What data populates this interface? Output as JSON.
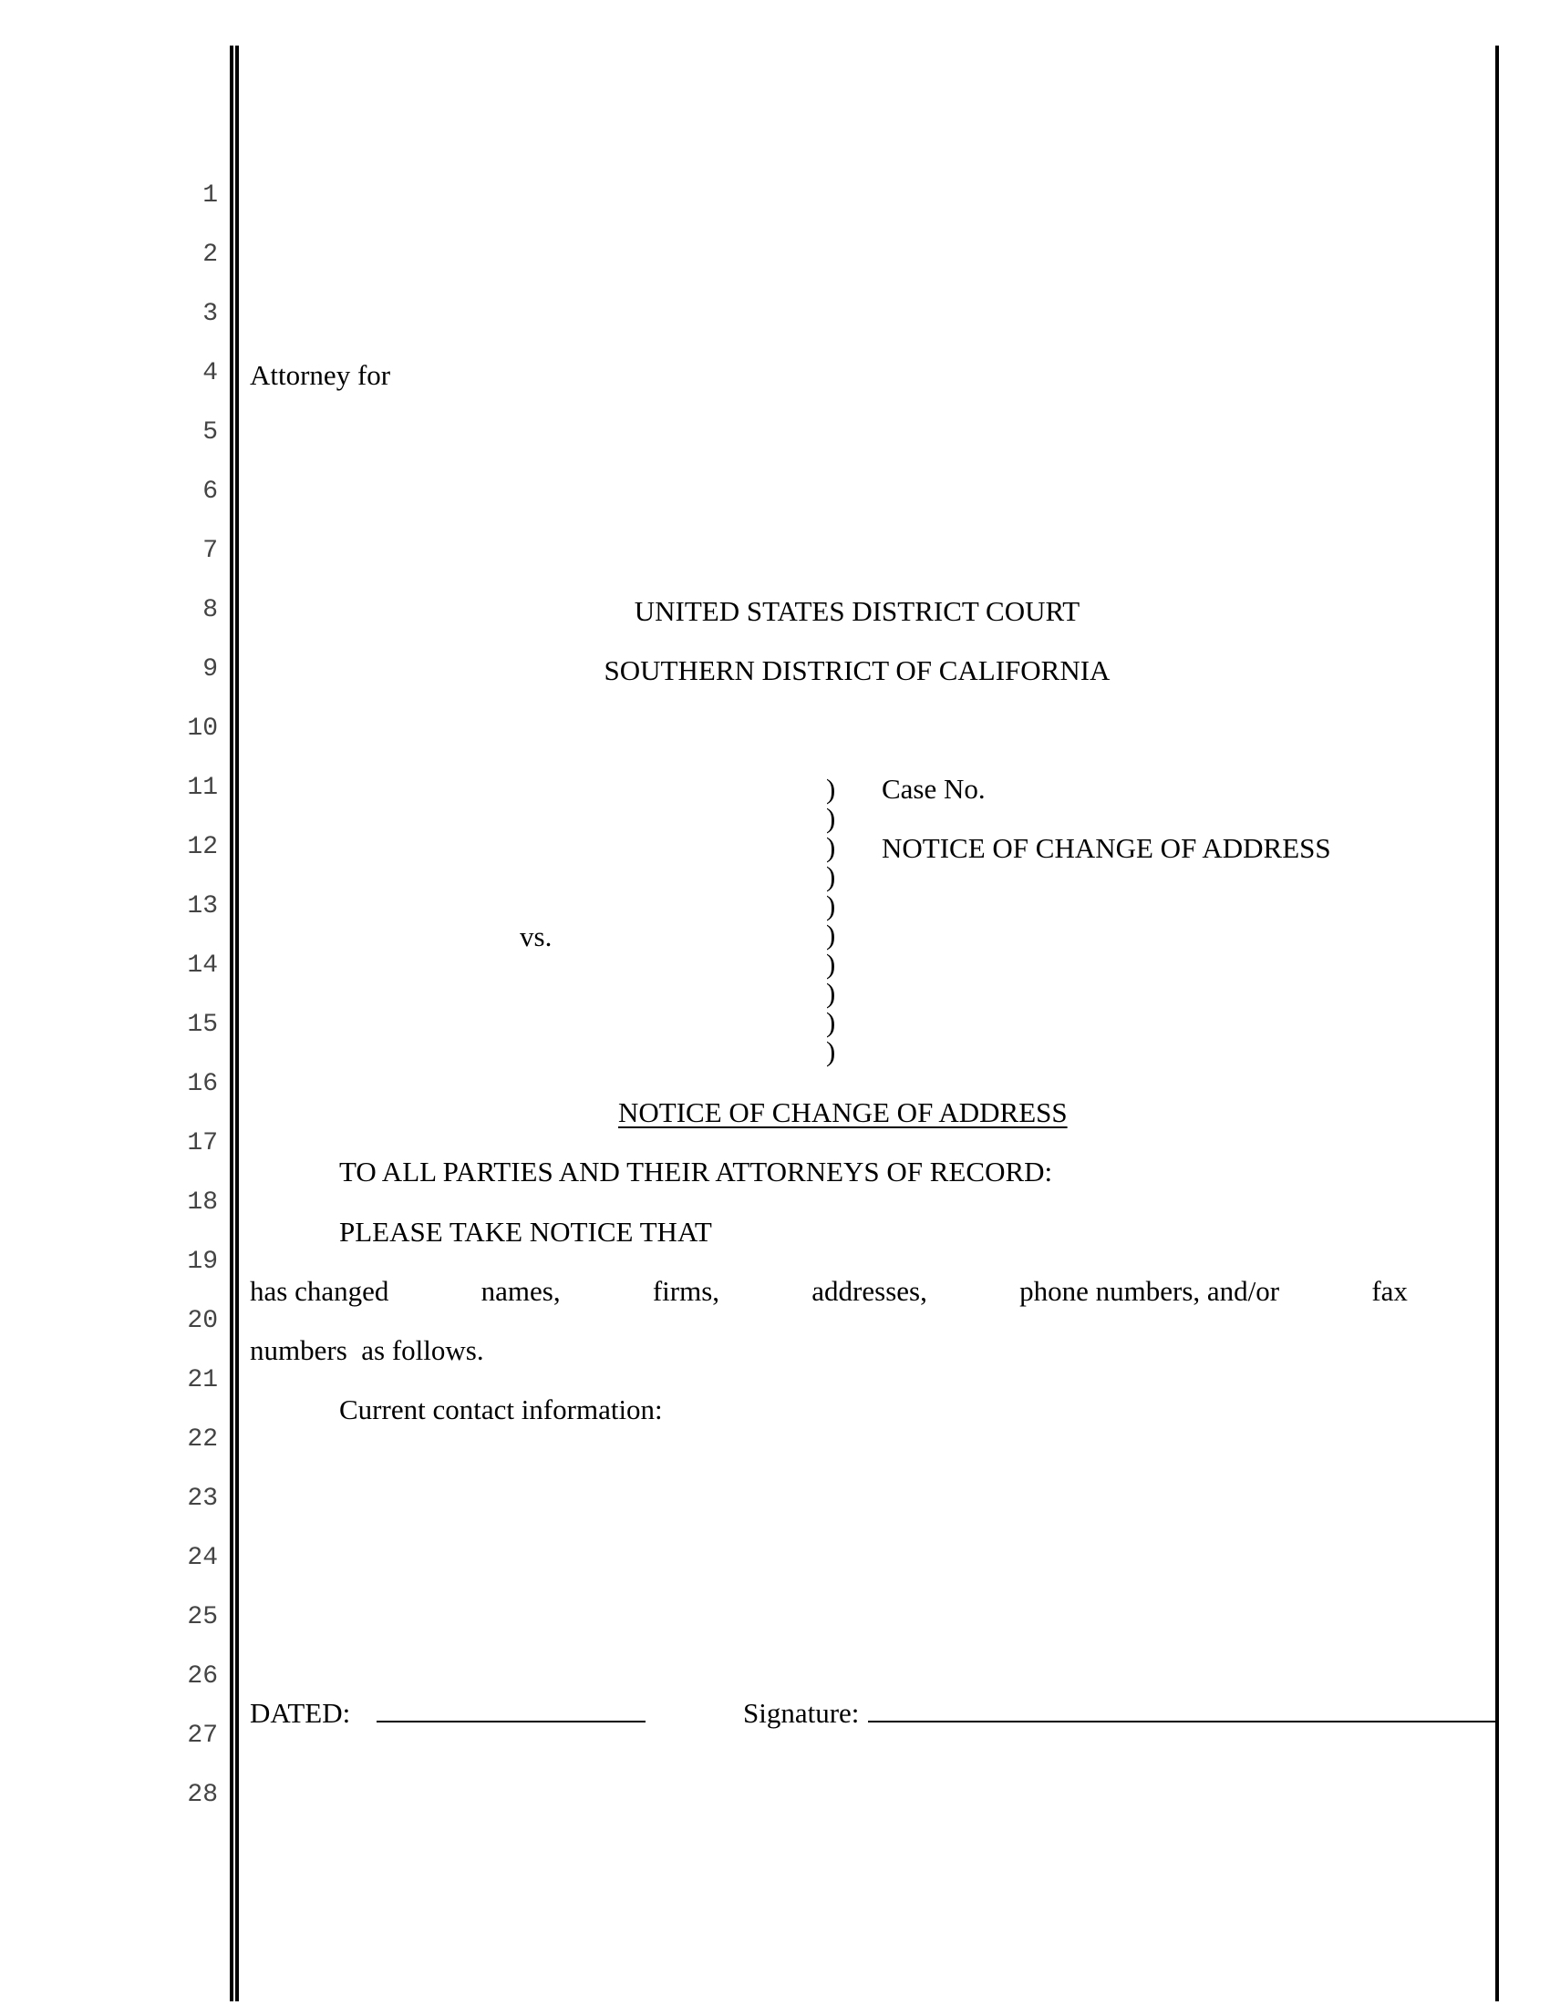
{
  "line_numbers": [
    "1",
    "2",
    "3",
    "4",
    "5",
    "6",
    "7",
    "8",
    "9",
    "10",
    "11",
    "12",
    "13",
    "14",
    "15",
    "16",
    "17",
    "18",
    "19",
    "20",
    "21",
    "22",
    "23",
    "24",
    "25",
    "26",
    "27",
    "28"
  ],
  "header": {
    "attorney_for": "Attorney for"
  },
  "court": {
    "line1": "UNITED STATES DISTRICT COURT",
    "line2": "SOUTHERN DISTRICT OF CALIFORNIA"
  },
  "caption": {
    "versus": "vs.",
    "paren": ")",
    "case_no_label": "Case No.",
    "document_title": "NOTICE OF CHANGE OF ADDRESS"
  },
  "body": {
    "heading": "NOTICE OF CHANGE OF ADDRESS",
    "salutation": "TO ALL PARTIES AND THEIR ATTORNEYS OF RECORD:",
    "notice_intro": "PLEASE TAKE NOTICE THAT",
    "changed_words": [
      "has changed",
      "names,",
      "firms,",
      "addresses,",
      "phone numbers, and/or",
      "fax"
    ],
    "changed_line2": "numbers  as follows.",
    "current_contact_label": "Current contact information:"
  },
  "signature_block": {
    "dated_label": "DATED:",
    "dated_value": "",
    "signature_label": "Signature:",
    "signature_value": ""
  }
}
